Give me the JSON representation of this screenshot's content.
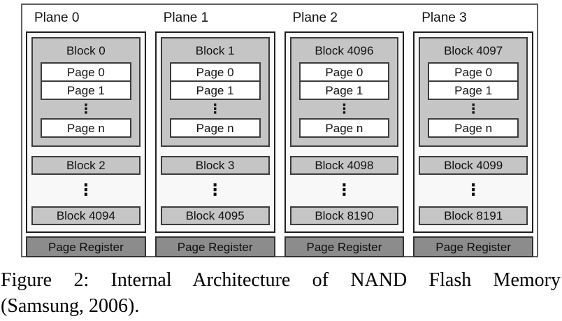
{
  "figure": {
    "ellipsis": "⋮",
    "colors": {
      "block_fill": "#c5c5c5",
      "page_fill": "#ffffff",
      "register_fill": "#8c8c8c",
      "plane_fill": "#f8f8f8",
      "plane_border": "#1f1f1f",
      "box_border": "#3c3c3c",
      "chip_border": "#5f5f5f"
    },
    "planes": [
      {
        "label": "Plane 0",
        "top_block": "Block 0",
        "pages": [
          "Page 0",
          "Page 1",
          "Page n"
        ],
        "mid_block": "Block 2",
        "bottom_block": "Block 4094",
        "register": "Page Register"
      },
      {
        "label": "Plane 1",
        "top_block": "Block 1",
        "pages": [
          "Page 0",
          "Page 1",
          "Page n"
        ],
        "mid_block": "Block 3",
        "bottom_block": "Block 4095",
        "register": "Page Register"
      },
      {
        "label": "Plane 2",
        "top_block": "Block 4096",
        "pages": [
          "Page 0",
          "Page 1",
          "Page n"
        ],
        "mid_block": "Block 4098",
        "bottom_block": "Block 8190",
        "register": "Page Register"
      },
      {
        "label": "Plane 3",
        "top_block": "Block 4097",
        "pages": [
          "Page 0",
          "Page 1",
          "Page n"
        ],
        "mid_block": "Block 4099",
        "bottom_block": "Block 8191",
        "register": "Page Register"
      }
    ]
  },
  "caption": {
    "line1": "Figure 2: Internal Architecture of NAND Flash Memory",
    "line2": "(Samsung, 2006)."
  }
}
